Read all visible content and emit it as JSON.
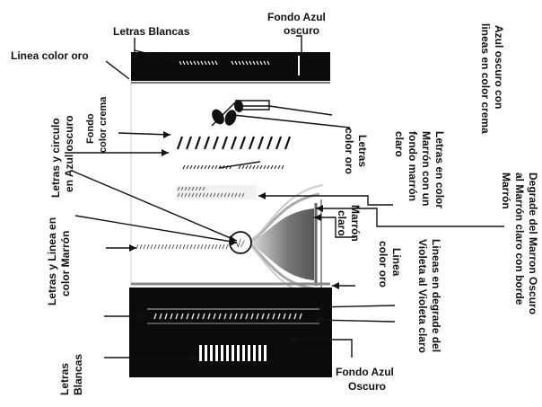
{
  "labels": {
    "letras_blancas_top": "Letras Blancas",
    "fondo_azul_oscuro_top_l1": "Fondo Azul",
    "fondo_azul_oscuro_top_l2": "oscuro",
    "linea_color_oro": "Linea color oro",
    "fondo_color_crema_l1": "Fondo",
    "fondo_color_crema_l2": "color crema",
    "azul_oscuro_lineas_crema_l1": "Azul oscuro con",
    "azul_oscuro_lineas_crema_l2": "lineas en color crema",
    "letras_color_oro_l1": "Letras",
    "letras_color_oro_l2": "color oro",
    "letras_marron_fondo_l1": "Letras en color",
    "letras_marron_fondo_l2": "Marrón con un",
    "letras_marron_fondo_l3": "fondo marrón",
    "letras_marron_fondo_l4": "claro",
    "degrade_marron_l1": "Degrade del Marron Oscuro",
    "degrade_marron_l2": "al Marrón claro con borde",
    "degrade_marron_l3": "Marrón",
    "letras_circulo_azul_l1": "Letras y circulo",
    "letras_circulo_azul_l2": "en Azul oscuro",
    "letras_linea_marron_l1": "Letras y Linea en",
    "letras_linea_marron_l2": "color Marrón",
    "marron_claro_l1": "Marrón",
    "marron_claro_l2": "claro",
    "linea_color_oro_side_l1": "Linea",
    "linea_color_oro_side_l2": "color oro",
    "lineas_degrade_violeta_l1": "Lineas en degrade del",
    "lineas_degrade_violeta_l2": "Violeta al Violeta claro",
    "letras_blancas_bottom_l1": "Letras",
    "letras_blancas_bottom_l2": "Blancas",
    "fondo_azul_oscuro_bottom_l1": "Fondo Azul",
    "fondo_azul_oscuro_bottom_l2": "Oscuro",
    "circle_glyph": "√/"
  }
}
